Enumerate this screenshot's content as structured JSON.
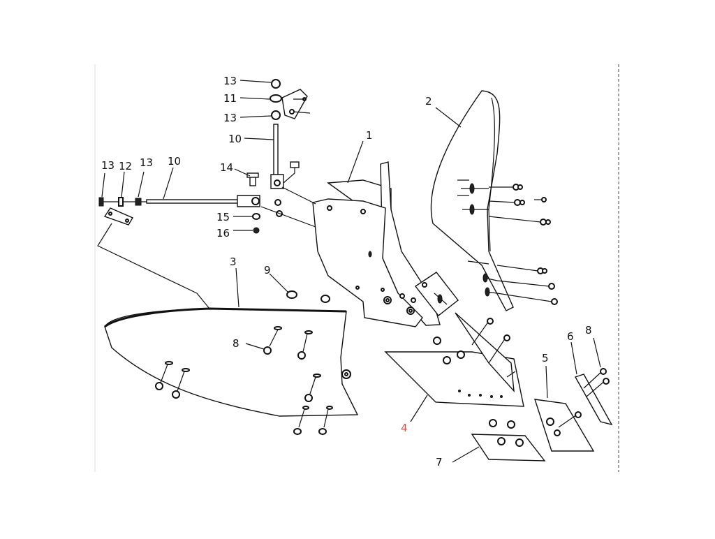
{
  "labels": {
    "l1": "1",
    "l2": "2",
    "l3": "3",
    "l4": "4",
    "l5": "5",
    "l6": "6",
    "l7": "7",
    "l8a": "8",
    "l8b": "8",
    "l9": "9",
    "l10a": "10",
    "l10b": "10",
    "l11": "11",
    "l12": "12",
    "l13a": "13",
    "l13b": "13",
    "l13c": "13",
    "l13d": "13",
    "l14": "14",
    "l15": "15",
    "l16": "16"
  },
  "colors": {
    "line": "#111111",
    "background": "#ffffff",
    "highlight": "#d9534f"
  }
}
